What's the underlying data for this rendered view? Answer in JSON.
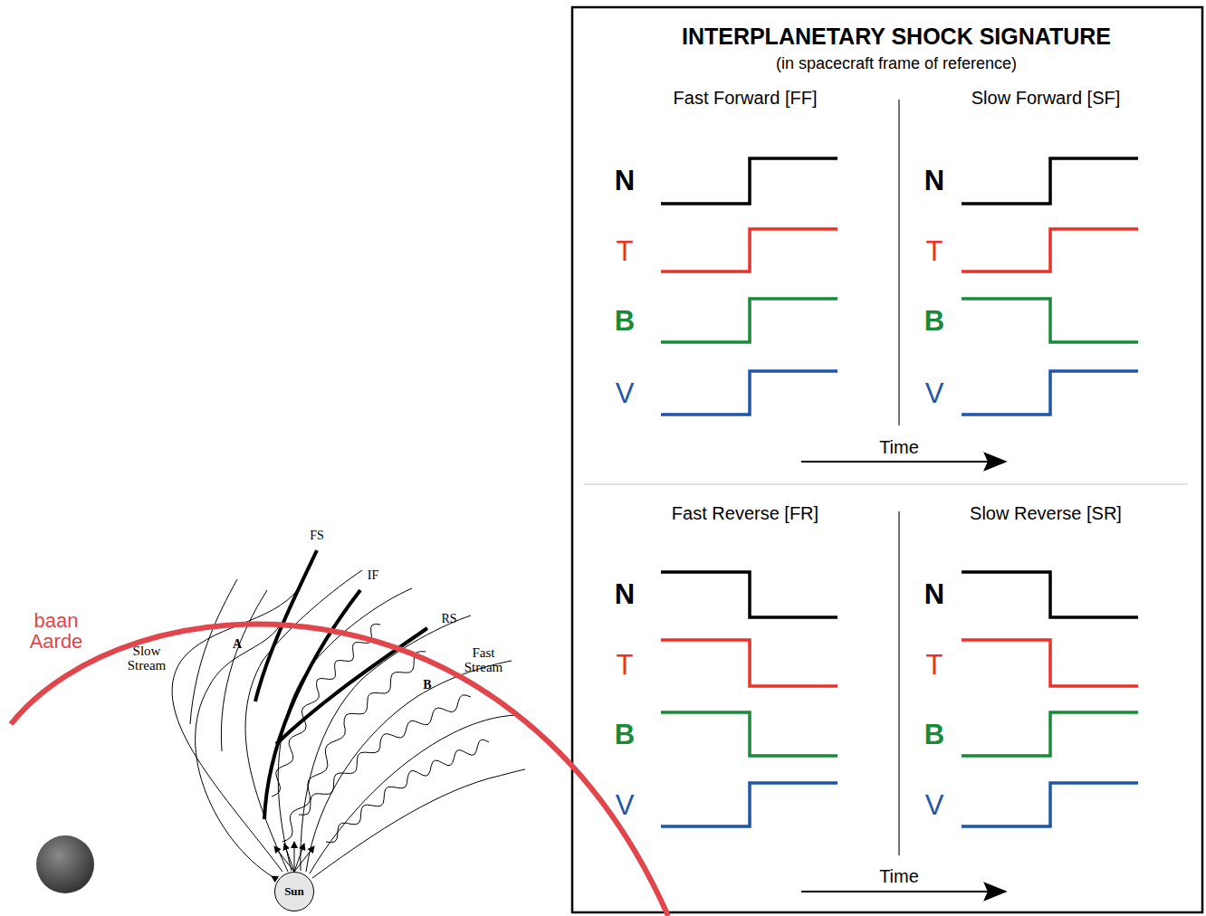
{
  "diagram": {
    "title": "INTERPLANETARY SHOCK SIGNATURE",
    "nodes": [
      {
        "text": [
          "Sun"
        ]
      }
    ],
    "labels": [
      "(in spacecraft frame of reference)",
      "Fast Forward [FF]",
      "Slow Forward [SF]",
      "N",
      "T",
      "B",
      "V",
      "N",
      "T",
      "B",
      "V",
      "Time",
      "Fast Reverse [FR]",
      "Slow Reverse [SR]",
      "N",
      "T",
      "B",
      "V",
      "N",
      "T",
      "B",
      "V",
      "Time",
      "FS",
      "IF",
      "RS",
      "A",
      "B",
      "Slow Stream",
      "Fast Stream",
      "baan Aarde"
    ]
  }
}
